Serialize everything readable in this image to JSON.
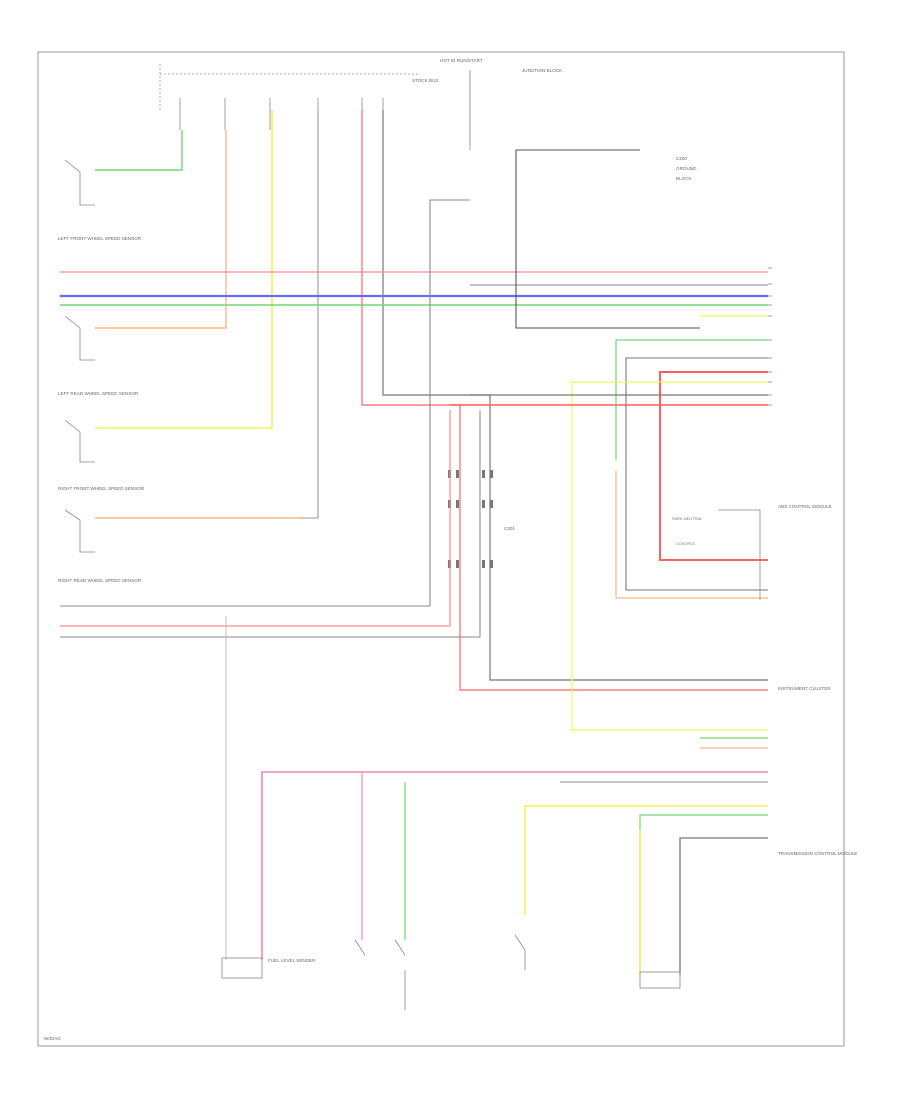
{
  "colors": {
    "red": "#ff7b7b",
    "pink": "#f08aa8",
    "blue": "#6a6aff",
    "green": "#72d672",
    "orange": "#f8b88a",
    "yellow": "#f2f25a",
    "gray": "#777777",
    "lightgray": "#bbbbbb"
  },
  "labels": {
    "ecm_top": "HOT IN RUN/START",
    "ecm_top2": "STOCK BUS",
    "junction_block": "JUNCTION BLOCK",
    "left_front_sensor": "LEFT FRONT WHEEL SPEED SENSOR",
    "left_rear_sensor": "LEFT REAR WHEEL SPEED SENSOR",
    "right_front_sensor": "RIGHT FRONT WHEEL SPEED SENSOR",
    "right_rear_sensor": "RIGHT REAR WHEEL SPEED SENSOR",
    "abs_module": "ABS CONTROL MODULE",
    "instrument_cluster": "INSTRUMENT CLUSTER",
    "trans_control": "TRANSMISSION CONTROL MODULE",
    "fuel_level": "FUEL LEVEL SENDER",
    "page_code": "W/DIAG"
  }
}
